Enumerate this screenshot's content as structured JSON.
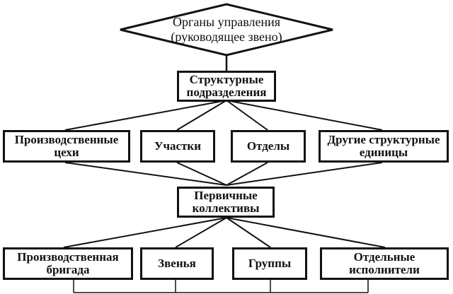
{
  "top": {
    "label": "Органы управления\n(руководящее звено)"
  },
  "level1": {
    "label": "Структурные\nподразделения"
  },
  "level2": [
    {
      "label": "Производственные\nцехи"
    },
    {
      "label": "Участки"
    },
    {
      "label": "Отделы"
    },
    {
      "label": "Другие структурные\nединицы"
    }
  ],
  "level3": {
    "label": "Первичные\nколлективы"
  },
  "level4": [
    {
      "label": "Производственная\nбригада"
    },
    {
      "label": "Звенья"
    },
    {
      "label": "Группы"
    },
    {
      "label": "Отдельные\nисполнители"
    }
  ]
}
